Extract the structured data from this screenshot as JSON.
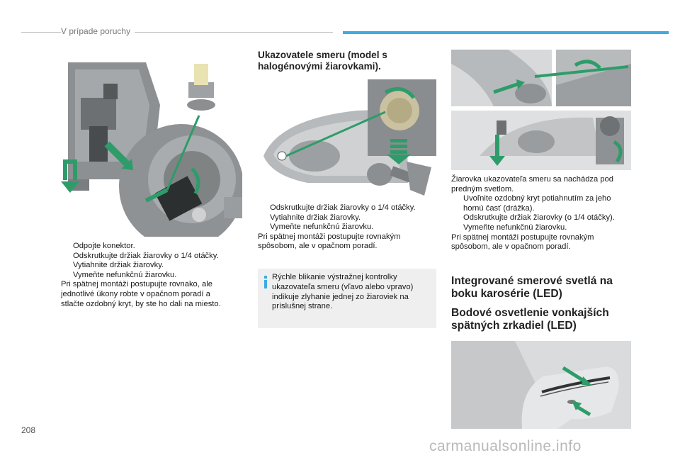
{
  "header": {
    "title": "V prípade poruchy"
  },
  "page_number": "208",
  "watermark": "carmanualsonline.info",
  "left_col": {
    "bullets": [
      "Odpojte konektor.",
      "Odskrutkujte držiak žiarovky o 1/4 otáčky.",
      "Vytiahnite držiak žiarovky.",
      "Vymeňte nefunkčnú žiarovku."
    ],
    "para": [
      "Pri spätnej montáži postupujte rovnako, ale",
      "jednotlivé úkony robte v opačnom poradí a",
      "stlačte ozdobný kryt, by ste ho dali na miesto."
    ]
  },
  "mid_col": {
    "heading": [
      "Ukazovatele smeru (model s",
      "halogénovými žiarovkami)."
    ],
    "bullets": [
      "Odskrutkujte držiak žiarovky o 1/4 otáčky.",
      "Vytiahnite držiak žiarovky.",
      "Vymeňte nefunkčnú žiarovku."
    ],
    "para": [
      "Pri spätnej montáži postupujte rovnakým",
      "spôsobom, ale v opačnom poradí."
    ],
    "info": [
      "Rýchle blikanie výstražnej kontrolky",
      "ukazovateľa smeru (vľavo alebo vpravo)",
      "indikuje zlyhanie jednej zo žiaroviek na",
      "príslušnej strane."
    ]
  },
  "right_col": {
    "intro": [
      "Žiarovka ukazovateľa smeru sa nachádza pod",
      "predným svetlom."
    ],
    "bullets": [
      [
        "Uvoľnite ozdobný kryt potiahnutím za jeho",
        "hornú časť (drážka)."
      ],
      [
        "Odskrutkujte držiak žiarovky (o 1/4 otáčky)."
      ],
      [
        "Vymeňte nefunkčnú žiarovku."
      ]
    ],
    "para": [
      "Pri spätnej montáži postupujte rovnakým",
      "spôsobom, ale v opačnom poradí."
    ],
    "heading1": [
      "Integrované smerové svetlá na",
      "boku karosérie (LED)"
    ],
    "heading2": [
      "Bodové osvetlenie vonkajších",
      "spätných zrkadiel (LED)"
    ]
  },
  "bullet_symbol": "",
  "colors": {
    "accent": "#3fa9e0",
    "illustration_arrow": "#2e9c6a"
  }
}
